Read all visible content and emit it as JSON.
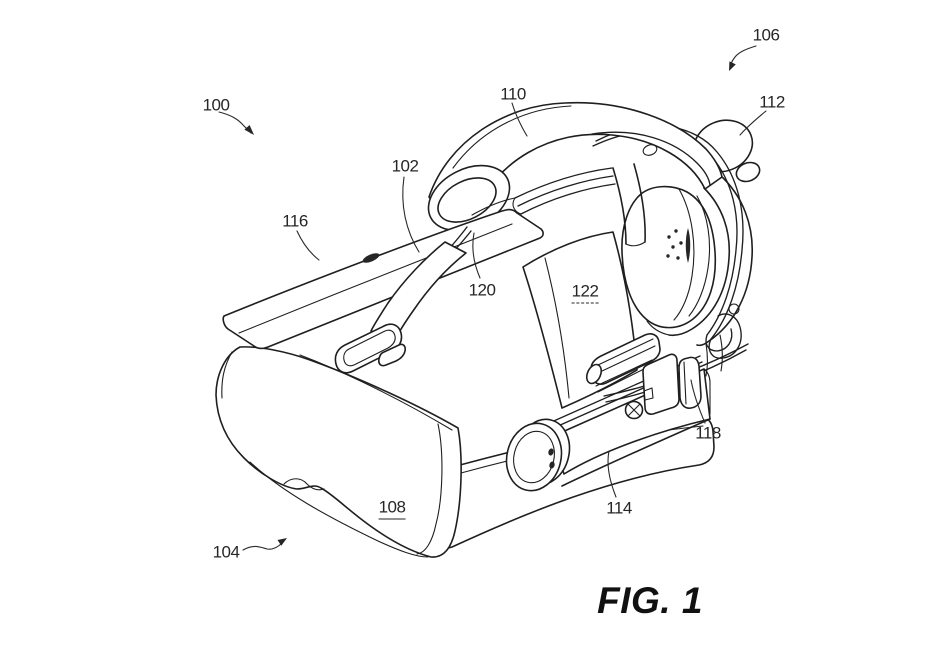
{
  "figure": {
    "caption": "FIG. 1",
    "reference_numerals": {
      "n100": "100",
      "n102": "102",
      "n104": "104",
      "n106": "106",
      "n108": "108",
      "n110": "110",
      "n112": "112",
      "n114": "114",
      "n116": "116",
      "n118": "118",
      "n120": "120",
      "n122": "122"
    },
    "colors": {
      "line": "#1f1f1f",
      "background": "#ffffff",
      "label_text": "#262626"
    }
  }
}
